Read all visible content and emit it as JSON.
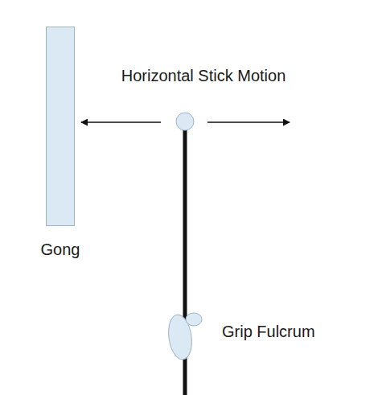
{
  "diagram": {
    "nodes": [
      {
        "text": [
          "Gong"
        ]
      }
    ],
    "labels": [
      "Horizontal Stick Motion",
      "Grip Fulcrum"
    ]
  }
}
